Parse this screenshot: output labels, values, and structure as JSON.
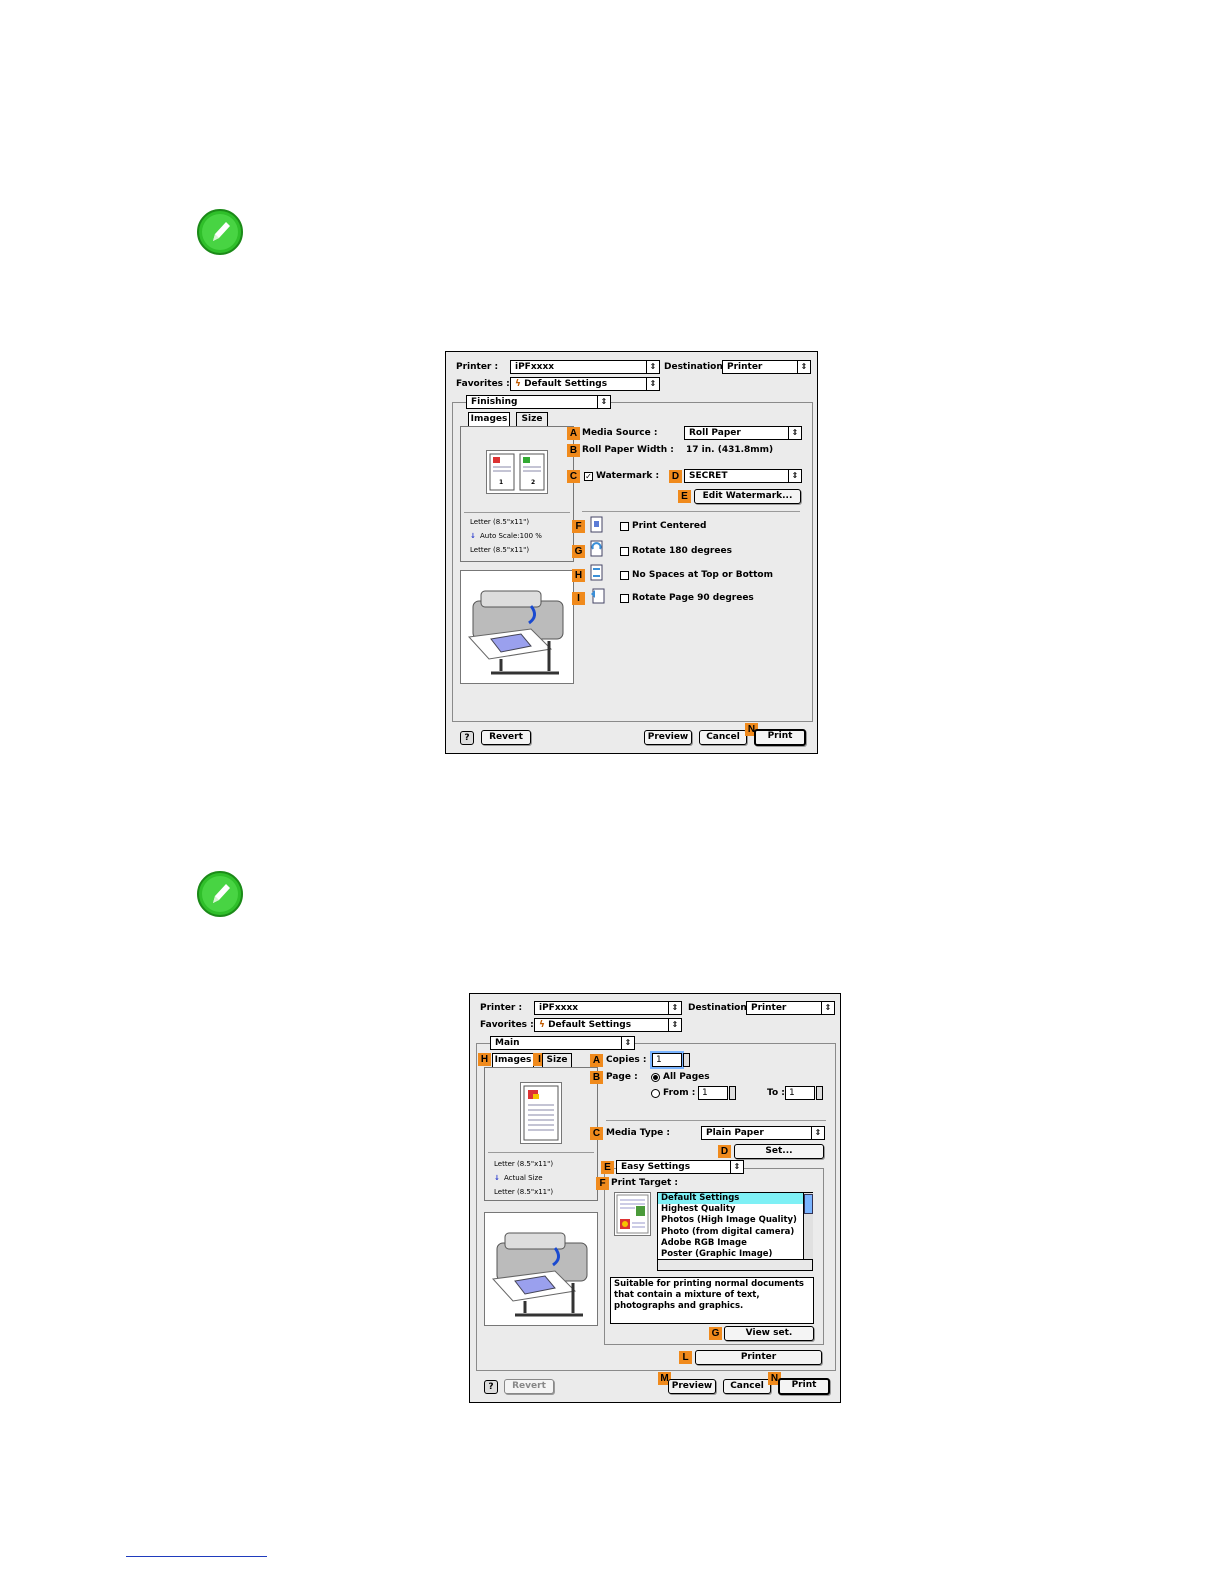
{
  "dialog1": {
    "printer_label": "Printer :",
    "printer_value": "iPFxxxx",
    "destination_label": "Destination :",
    "destination_value": "Printer",
    "favorites_label": "Favorites :",
    "favorites_value": "Default Settings",
    "panel_value": "Finishing",
    "tabs": [
      "Images",
      "Size"
    ],
    "badges": {
      "A": "A",
      "B": "B",
      "C": "C",
      "D": "D",
      "E": "E",
      "F": "F",
      "G": "G",
      "H": "H",
      "I": "I",
      "N": "N"
    },
    "media_source_label": "Media Source :",
    "media_source_value": "Roll Paper",
    "roll_width_label": "Roll Paper Width :",
    "roll_width_value": "17 in. (431.8mm)",
    "watermark_label": "Watermark :",
    "watermark_checked": true,
    "watermark_value": "SECRET",
    "edit_watermark_button": "Edit Watermark...",
    "print_centered": "Print Centered",
    "rotate_180": "Rotate 180 degrees",
    "no_spaces": "No Spaces at Top or Bottom",
    "rotate_page_90": "Rotate Page 90 degrees",
    "preview_info": [
      "Letter (8.5\"x11\")",
      "Auto Scale:100 %",
      "Letter (8.5\"x11\")"
    ],
    "revert_button": "Revert",
    "preview_button": "Preview",
    "cancel_button": "Cancel",
    "print_button": "Print"
  },
  "dialog2": {
    "printer_label": "Printer :",
    "printer_value": "iPFxxxx",
    "destination_label": "Destination :",
    "destination_value": "Printer",
    "favorites_label": "Favorites :",
    "favorites_value": "Default Settings",
    "panel_value": "Main",
    "tabs": [
      "Images",
      "Size"
    ],
    "badges": {
      "A": "A",
      "B": "B",
      "C": "C",
      "D": "D",
      "E": "E",
      "F": "F",
      "G": "G",
      "H": "H",
      "I": "I",
      "L": "L",
      "M": "M",
      "N": "N"
    },
    "copies_label": "Copies :",
    "copies_value": "1",
    "page_label": "Page :",
    "all_pages": "All Pages",
    "from_label": "From :",
    "from_value": "1",
    "to_label": "To :",
    "to_value": "1",
    "media_type_label": "Media Type :",
    "media_type_value": "Plain Paper",
    "set_button": "Set...",
    "easy_settings_value": "Easy Settings",
    "print_target_label": "Print Target :",
    "print_targets": [
      "Default Settings",
      "Highest Quality",
      "Photos (High Image Quality)",
      "Photo (from digital camera)",
      "Adobe RGB Image",
      "Poster (Graphic Image)"
    ],
    "selected_target": "Default Settings",
    "description": [
      "Suitable for printing normal documents",
      "that contain a mixture of text,",
      "photographs and graphics."
    ],
    "view_set_button": "View set.",
    "printer_button": "Printer",
    "preview_info": [
      "Letter (8.5\"x11\")",
      "Actual Size",
      "Letter (8.5\"x11\")"
    ],
    "revert_button": "Revert",
    "preview_button": "Preview",
    "cancel_button": "Cancel",
    "print_button": "Print"
  },
  "colors": {
    "badge": "#f08a1c",
    "note_green": "#2fbf2a",
    "selection": "#7ef0f5"
  }
}
